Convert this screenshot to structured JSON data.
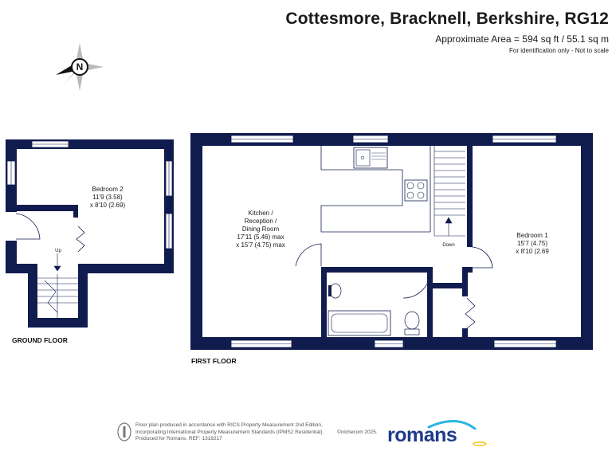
{
  "header": {
    "title": "Cottesmore, Bracknell, Berkshire, RG12",
    "area": "Approximate Area = 594 sq ft / 55.1 sq m",
    "note": "For identification only - Not to scale"
  },
  "compass": {
    "letter": "N"
  },
  "ground_floor": {
    "label": "GROUND FLOOR",
    "bedroom2": {
      "name": "Bedroom 2",
      "dim1": "11'9 (3.58)",
      "dim2": "x 8'10 (2.69)"
    },
    "stairs_label": "Up"
  },
  "first_floor": {
    "label": "FIRST FLOOR",
    "kitchen": {
      "name1": "Kitchen /",
      "name2": "Reception /",
      "name3": "Dining Room",
      "dim1": "17'11 (5.46) max",
      "dim2": "x 15'7 (4.75) max"
    },
    "bedroom1": {
      "name": "Bedroom 1",
      "dim1": "15'7 (4.75)",
      "dim2": "x 8'10 (2.69"
    },
    "stairs_label": "Down"
  },
  "footer": {
    "line1": "Floor plan produced in accordance with RICS Property Measurement 2nd Edition,",
    "line2": "Incorporating International Property Measurement Standards (IPMS2 Residential).",
    "line3": "Produced for Romans.   REF: 1319217",
    "copyright": "©nichecom 2025.",
    "brand": "romans"
  },
  "colors": {
    "wall": "#111c4e",
    "brand": "#1f3a8a",
    "accent": "#29b6e6"
  }
}
